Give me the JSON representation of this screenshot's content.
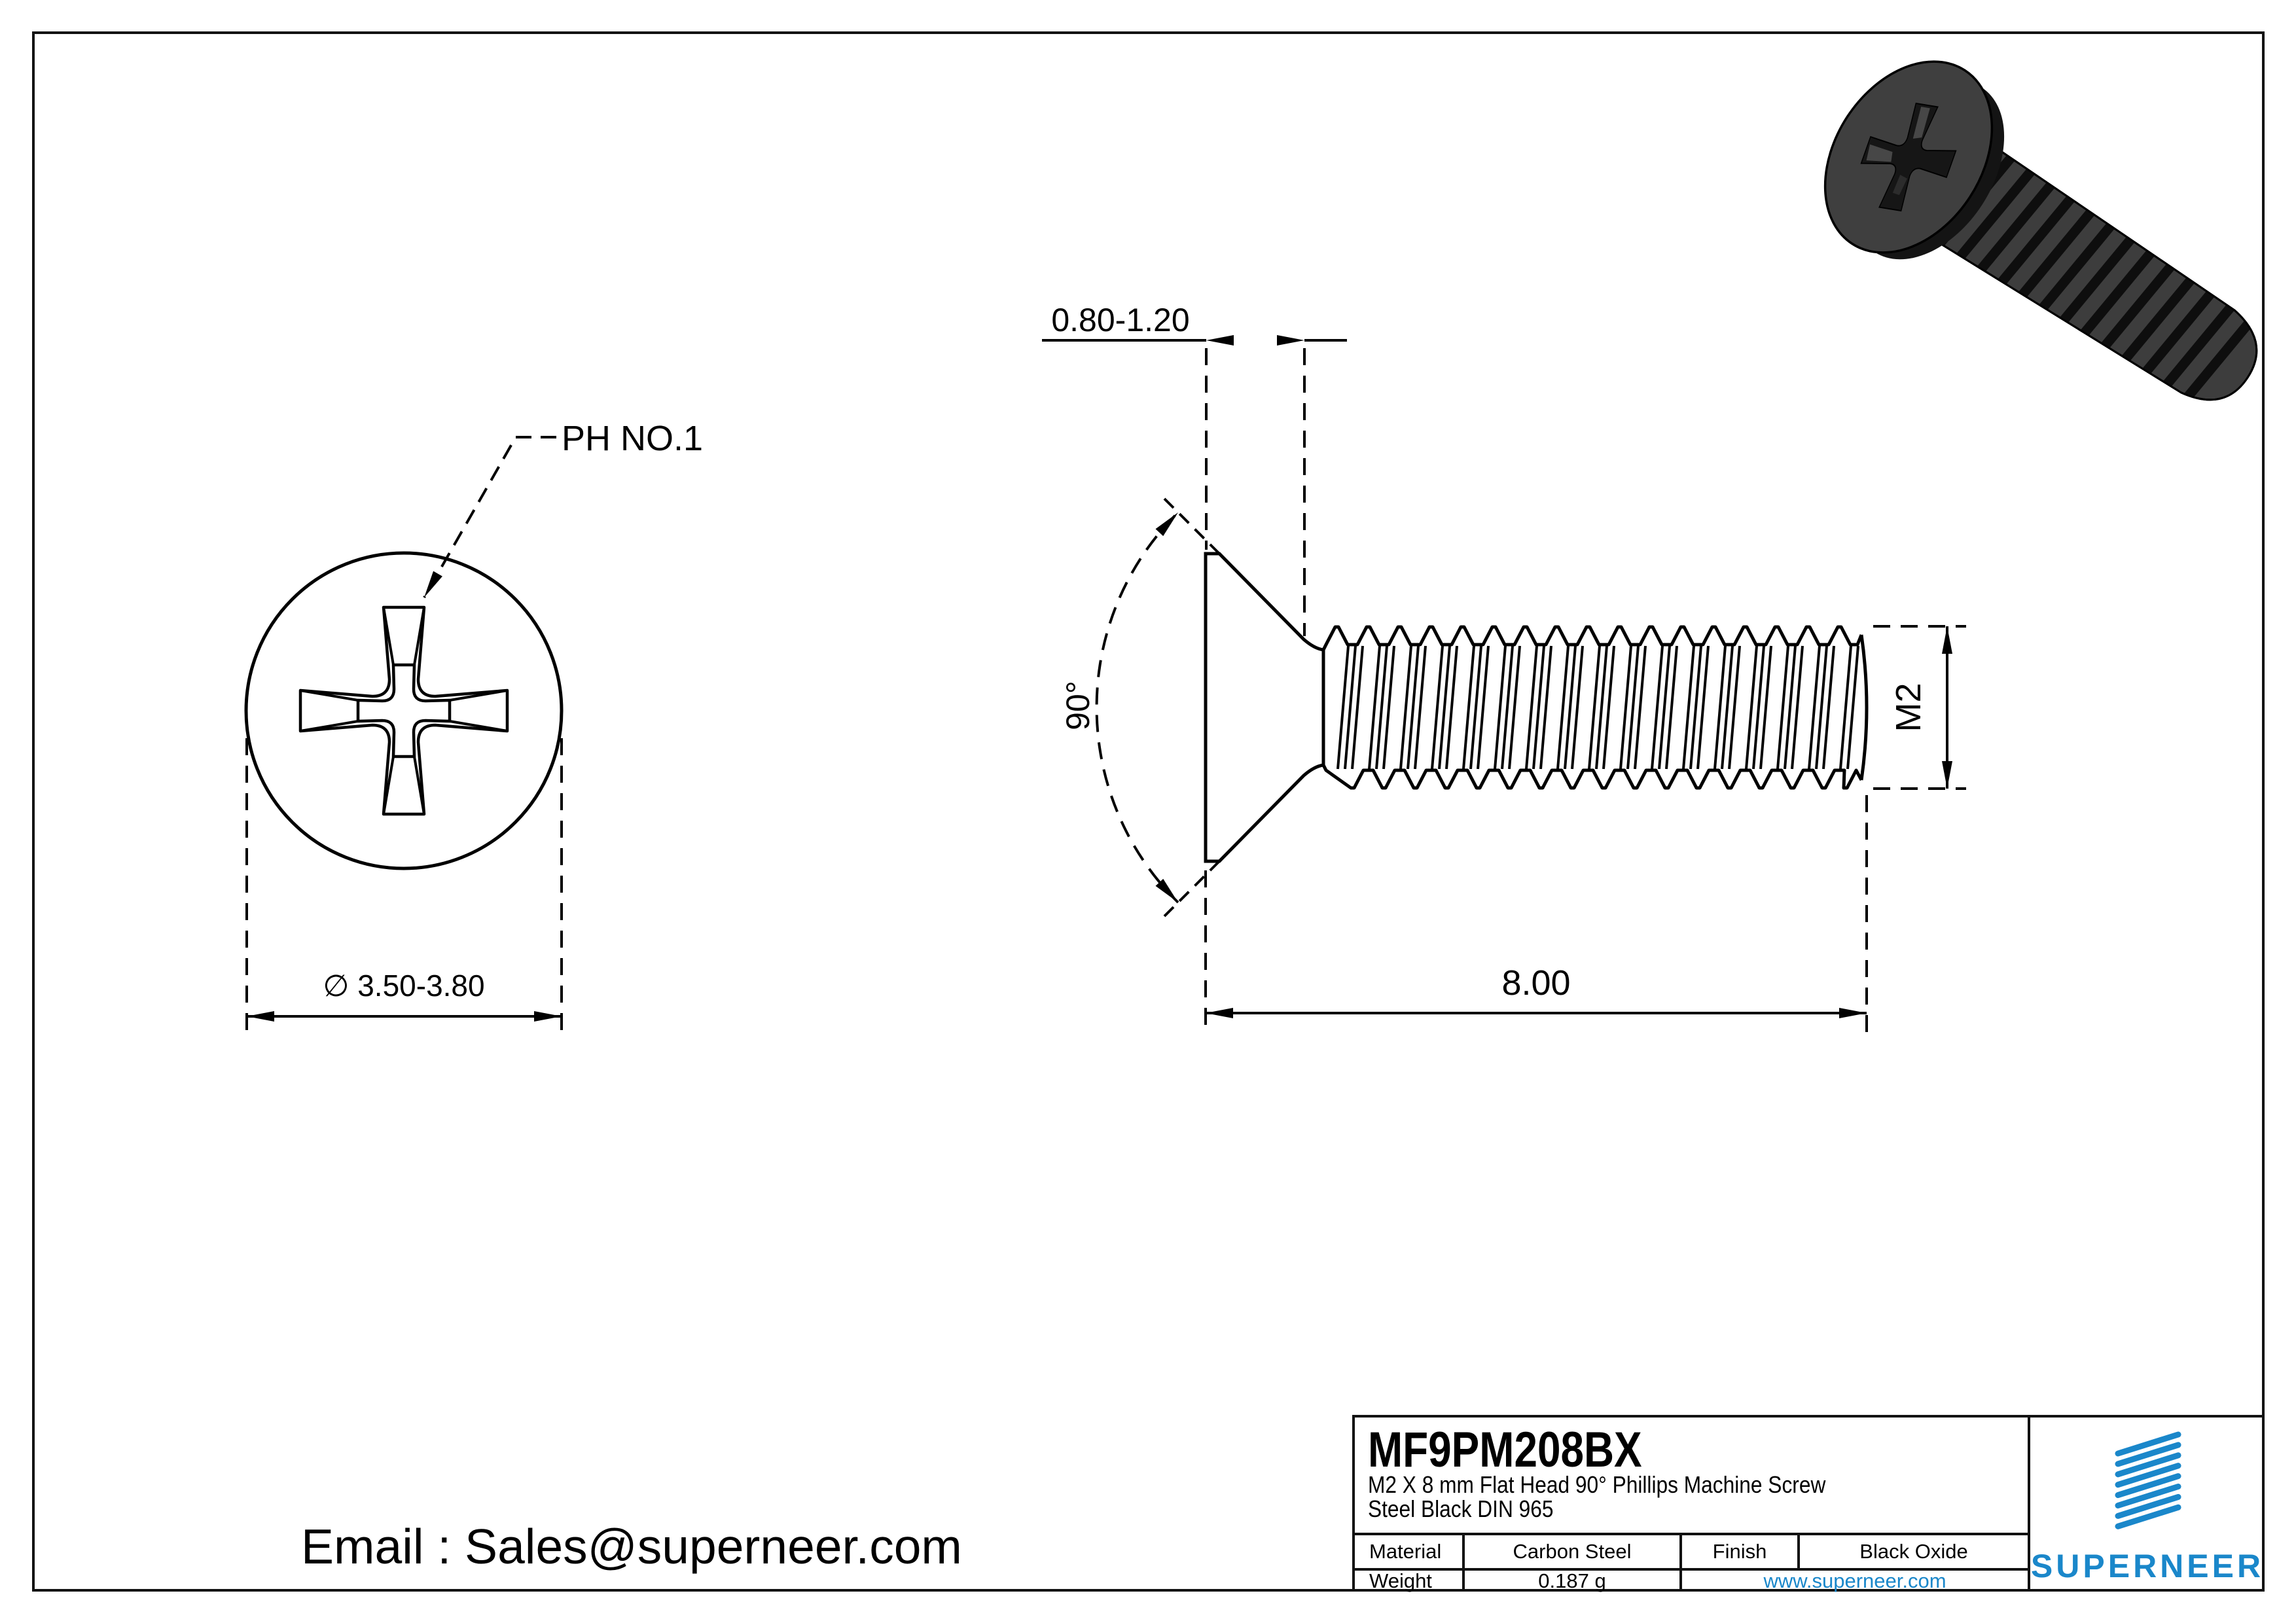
{
  "page": {
    "email_line": "Email : Sales@superneer.com"
  },
  "views": {
    "head_view": {
      "recess_label": "PH NO.1",
      "diameter_dim": "∅ 3.50-3.80"
    },
    "side_view": {
      "head_height_dim": "0.80-1.20",
      "countersink_angle_dim": "90°",
      "thread_size_dim": "M2",
      "length_dim": "8.00"
    }
  },
  "title_block": {
    "part_number": "MF9PM208BX",
    "description_line1": "M2 X 8 mm  Flat Head 90° Phillips Machine Screw",
    "description_line2": "Steel Black DIN 965",
    "material_label": "Material",
    "material_value": "Carbon Steel",
    "finish_label": "Finish",
    "finish_value": "Black Oxide",
    "weight_label": "Weight",
    "weight_value": "0.187 g",
    "website": "www.superneer.com",
    "brand": "SUPERNEER"
  },
  "colors": {
    "accent_blue": "#1a87ca",
    "line": "#000000",
    "screw_body": "#3d3d3d"
  }
}
